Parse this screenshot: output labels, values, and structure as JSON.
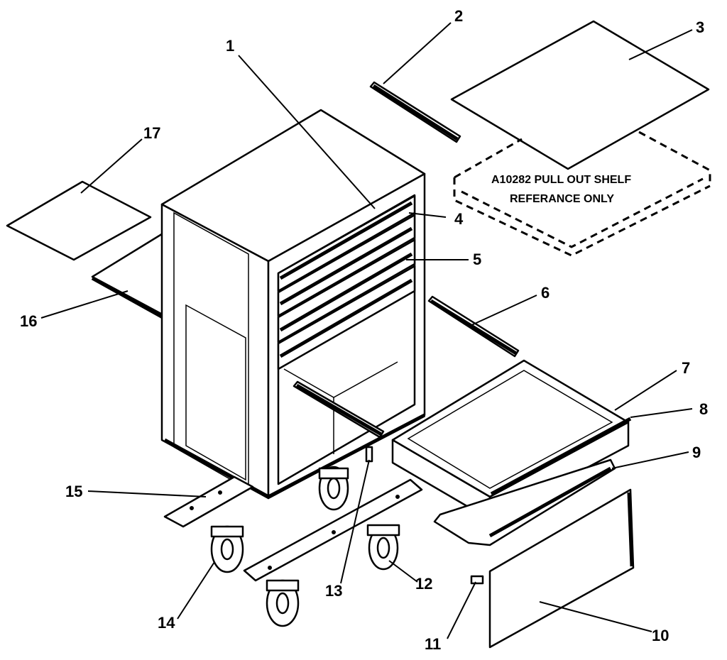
{
  "diagram": {
    "callouts": [
      "1",
      "2",
      "3",
      "4",
      "5",
      "6",
      "7",
      "8",
      "9",
      "10",
      "11",
      "12",
      "13",
      "14",
      "15",
      "16",
      "17"
    ],
    "note": {
      "line1": "A10282 PULL OUT SHELF",
      "line2": "REFERANCE ONLY"
    }
  }
}
